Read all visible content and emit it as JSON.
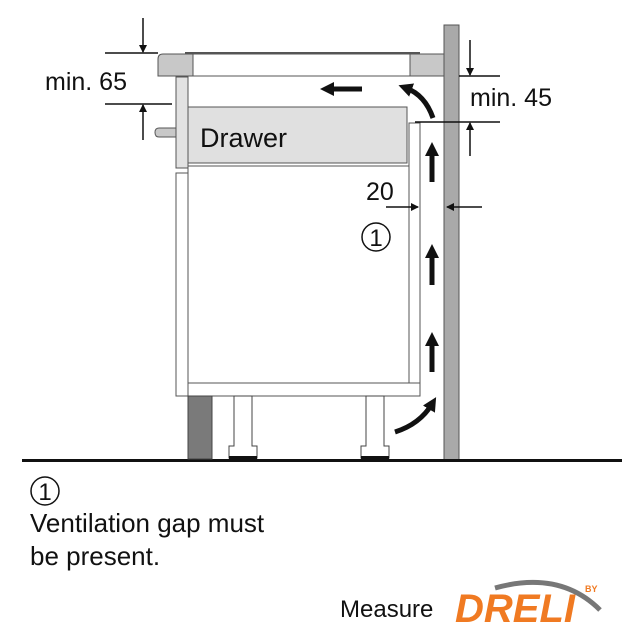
{
  "diagram": {
    "drawer_label": "Drawer",
    "dim_top_left": "min. 65",
    "dim_top_right": "min. 45",
    "dim_gap": "20",
    "marker": "1"
  },
  "legend": {
    "marker": "1",
    "line1": "Ventilation gap must",
    "line2": "be present."
  },
  "footer": {
    "caption": "Measure",
    "logo_text": "DRELI",
    "logo_by": "BY",
    "logo_color": "#f07a22"
  }
}
